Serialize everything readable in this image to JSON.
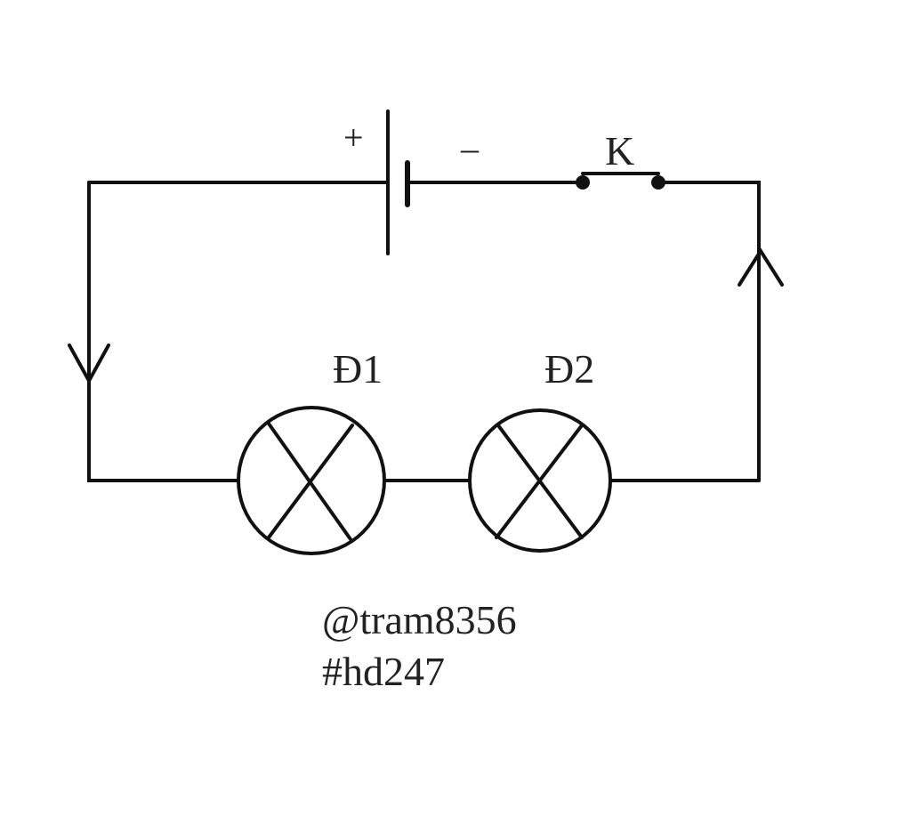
{
  "labels": {
    "plus": "+",
    "minus": "–",
    "switch": "K",
    "lamp1": "Đ1",
    "lamp2": "Đ2",
    "watermark_user": "@tram8356",
    "watermark_tag": "#hd247"
  }
}
